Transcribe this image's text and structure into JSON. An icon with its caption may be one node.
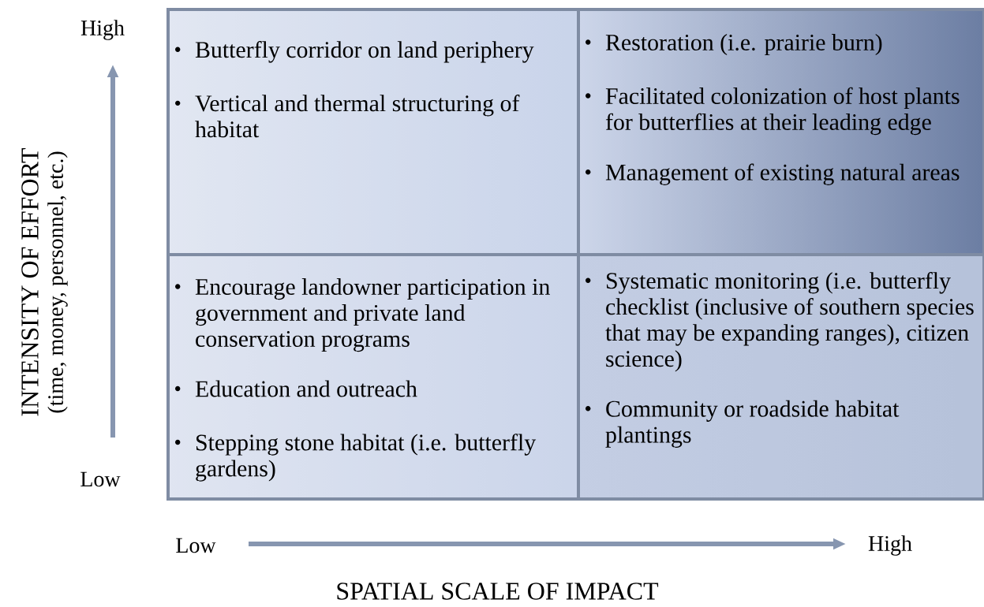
{
  "diagram": {
    "nodes": [
      {
        "text": [
          "Butterfly corridor on land periphery",
          "Vertical and thermal structuring of habitat"
        ]
      },
      {
        "text": [
          "Restoration (i.e. prairie burn)",
          "Facilitated colonization of host plants for butterflies at their leading edge",
          "Management of existing natural areas"
        ]
      },
      {
        "text": [
          "Encourage landowner participation in government and private land conservation programs",
          "Education and outreach",
          "Stepping stone habitat (i.e. butterfly gardens)"
        ]
      },
      {
        "text": [
          "Systematic monitoring (i.e. butterfly checklist (inclusive of southern species that may be expanding ranges), citizen science)",
          "Community or roadside habitat plantings"
        ]
      }
    ],
    "labels": [
      "High",
      "INTENSITY OF EFFORT",
      "(time, money, personnel, etc.)",
      "Low",
      "Low",
      "High",
      "SPATIAL SCALE OF IMPACT"
    ]
  }
}
